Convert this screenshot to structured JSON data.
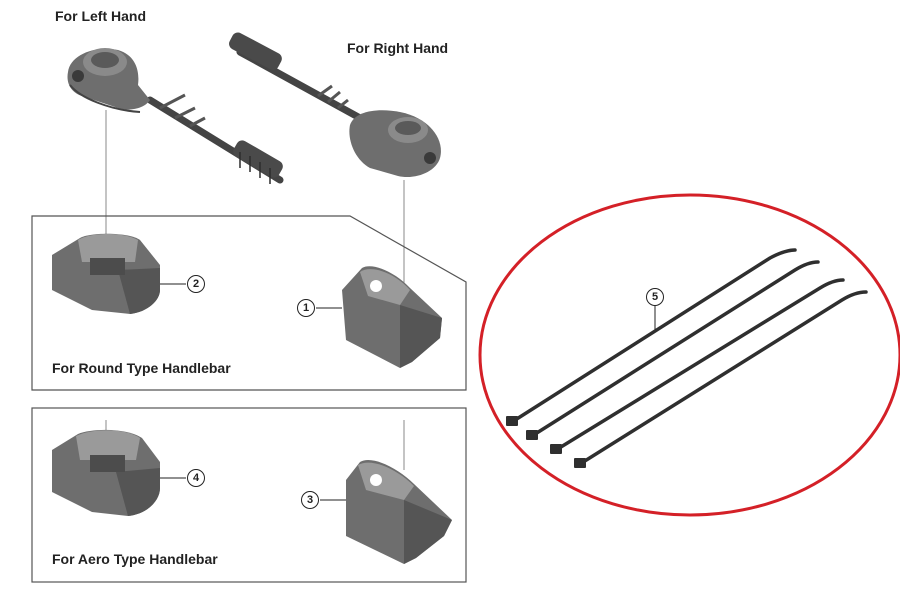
{
  "labels": {
    "left_hand": "For Left Hand",
    "right_hand": "For Right Hand",
    "round_type": "For Round Type Handlebar",
    "aero_type": "For Aero Type Handlebar"
  },
  "callouts": {
    "c1": "1",
    "c2": "2",
    "c3": "3",
    "c4": "4",
    "c5": "5"
  },
  "colors": {
    "part": "#6e6e6e",
    "part_dark": "#3a3a3a",
    "part_light": "#9a9a9a",
    "highlight_ring": "#d42027",
    "box_border": "#555555"
  }
}
